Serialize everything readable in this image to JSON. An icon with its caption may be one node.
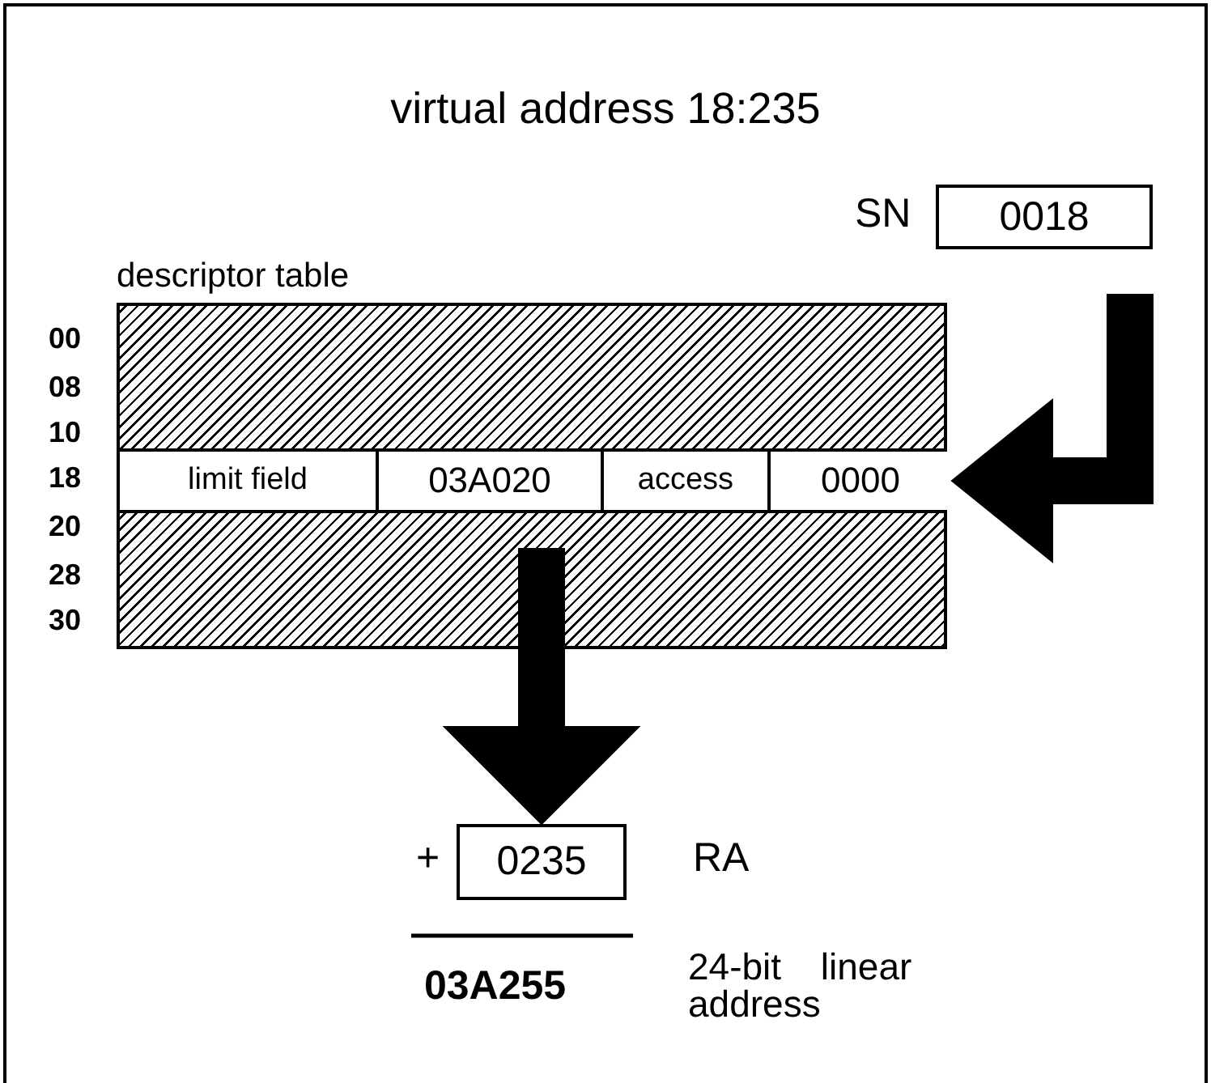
{
  "diagram": {
    "title": "virtual address 18:235",
    "nodes": [
      {
        "text": [
          "0018"
        ],
        "beside": [
          "SN"
        ]
      },
      {
        "text": [
          "descriptor table"
        ]
      },
      {
        "text": [
          "limit field"
        ],
        "in": 1
      },
      {
        "text": [
          "03A020"
        ],
        "in": 1
      },
      {
        "text": [
          "access"
        ],
        "in": 1
      },
      {
        "text": [
          "0000"
        ],
        "in": 1
      },
      {
        "text": [
          "0235"
        ],
        "beside": [
          "+",
          "RA"
        ]
      }
    ],
    "edges": [
      {
        "from": 0,
        "to": 5,
        "arrow": "to"
      },
      {
        "from": 1,
        "to": 6,
        "arrow": "to"
      }
    ],
    "labels": [
      "00",
      "08",
      "10",
      "18",
      "20",
      "28",
      "30",
      "03A255",
      "24-bit linear address"
    ]
  }
}
